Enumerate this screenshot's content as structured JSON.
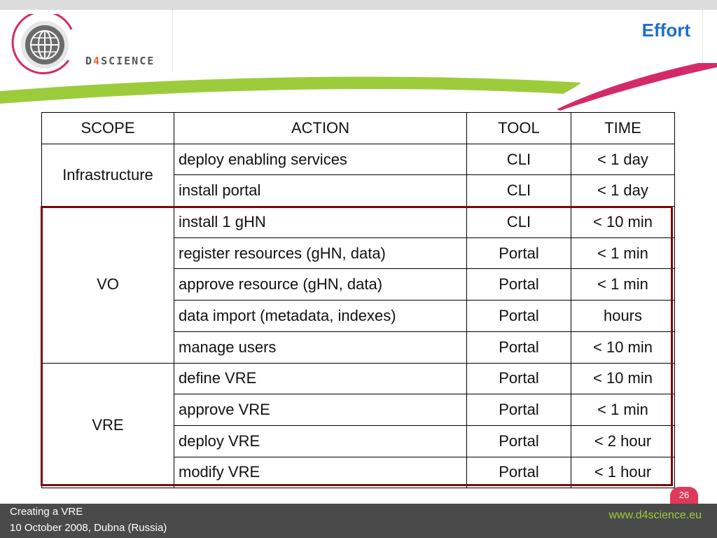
{
  "header": {
    "title": "Effort",
    "logo": {
      "prefix": "D",
      "accent": "4",
      "suffix": "SCIENCE"
    }
  },
  "table": {
    "headers": [
      "SCOPE",
      "ACTION",
      "TOOL",
      "TIME"
    ],
    "groups": [
      {
        "scope": "Infrastructure",
        "rows": [
          {
            "action": "deploy enabling services",
            "tool": "CLI",
            "time": "< 1 day"
          },
          {
            "action": "install portal",
            "tool": "CLI",
            "time": "< 1 day"
          }
        ]
      },
      {
        "scope": "VO",
        "rows": [
          {
            "action": "install 1 gHN",
            "tool": "CLI",
            "time": "< 10 min"
          },
          {
            "action": "register resources (gHN, data)",
            "tool": "Portal",
            "time": "< 1 min"
          },
          {
            "action": "approve resource (gHN, data)",
            "tool": "Portal",
            "time": "< 1 min"
          },
          {
            "action": "data import (metadata, indexes)",
            "tool": "Portal",
            "time": "hours"
          },
          {
            "action": "manage users",
            "tool": "Portal",
            "time": "< 10 min"
          }
        ]
      },
      {
        "scope": "VRE",
        "rows": [
          {
            "action": "define VRE",
            "tool": "Portal",
            "time": "< 10 min"
          },
          {
            "action": "approve VRE",
            "tool": "Portal",
            "time": "< 1 min"
          },
          {
            "action": "deploy VRE",
            "tool": "Portal",
            "time": "< 2 hour"
          },
          {
            "action": "modify VRE",
            "tool": "Portal",
            "time": "< 1 hour"
          }
        ]
      }
    ]
  },
  "page_number": "26",
  "footer": {
    "line1": "Creating a VRE",
    "line2": "10 October 2008, Dubna (Russia)",
    "url": "www.d4science.eu"
  },
  "colors": {
    "title": "#1e6fc9",
    "highlight_border": "#7a0a0a",
    "swoosh_green": "#9ccc3c",
    "swoosh_magenta": "#d42a6a",
    "footer_bg": "#4a4a4a",
    "url": "#9ccc3c",
    "badge": "#e03a5a"
  }
}
